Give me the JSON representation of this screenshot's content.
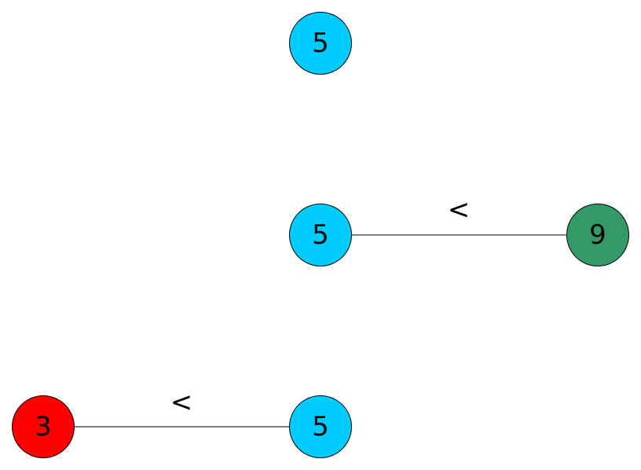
{
  "diagram": {
    "nodes": [
      {
        "id": "n1",
        "label": "5",
        "color": "#00ccff"
      },
      {
        "id": "n2",
        "label": "5",
        "color": "#00ccff"
      },
      {
        "id": "n3",
        "label": "9",
        "color": "#339966"
      },
      {
        "id": "n4",
        "label": "3",
        "color": "#ff0000"
      },
      {
        "id": "n5",
        "label": "5",
        "color": "#00ccff"
      }
    ],
    "edges": [
      {
        "from": "n2",
        "to": "n3",
        "label": "<"
      },
      {
        "from": "n4",
        "to": "n5",
        "label": "<"
      }
    ]
  }
}
